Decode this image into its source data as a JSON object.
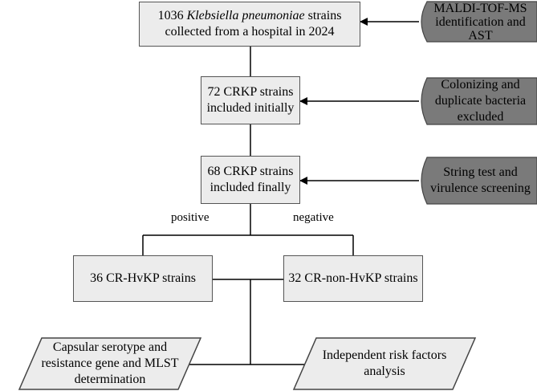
{
  "boxes": {
    "collected": {
      "line1_count": "1036",
      "line1_species": "Klebsiella pneumoniae",
      "line1_rest": "strains",
      "line2": "collected from a hospital in 2024"
    },
    "initial": {
      "line1": "72 CRKP strains",
      "line2": "included initially"
    },
    "final": {
      "line1": "68 CRKP strains",
      "line2": "included finally"
    },
    "hvkp": {
      "label": "36 CR-HvKP strains"
    },
    "nonhvkp": {
      "label": "32 CR-non-HvKP strains"
    }
  },
  "side_notes": {
    "maldi": {
      "line1": "MALDI-TOF-MS",
      "line2": "identification and",
      "line3": "AST"
    },
    "colonizing": {
      "line1": "Colonizing and",
      "line2": "duplicate bacteria",
      "line3": "excluded"
    },
    "string_test": {
      "line1": "String test and",
      "line2": "virulence screening"
    }
  },
  "branch_labels": {
    "positive": "positive",
    "negative": "negative"
  },
  "outputs": {
    "capsular": {
      "line1": "Capsular serotype and",
      "line2": "resistance gene and",
      "line3": "MLST determination"
    },
    "risk": {
      "line1": "Independent risk",
      "line2": "factors analysis"
    }
  },
  "colors": {
    "box_fill": "#ececec",
    "side_fill": "#7a7a7a",
    "line": "#000000"
  }
}
